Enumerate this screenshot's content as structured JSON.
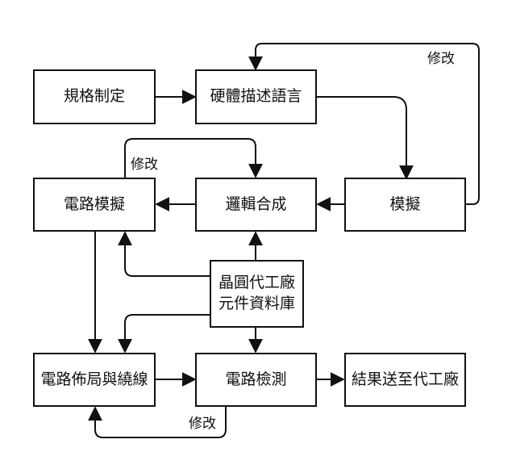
{
  "nodes": {
    "spec": "規格制定",
    "hdl": "硬體描述語言",
    "sim": "模擬",
    "synth": "邏輯合成",
    "circuit_sim": "電路模擬",
    "foundry_lib_line1": "晶圓代工廠",
    "foundry_lib_line2": "元件資料庫",
    "pnr": "電路佈局與繞線",
    "verify": "電路檢測",
    "tapeout": "結果送至代工廠"
  },
  "edge_labels": {
    "modify_top": "修改",
    "modify_mid": "修改",
    "modify_bottom": "修改"
  }
}
